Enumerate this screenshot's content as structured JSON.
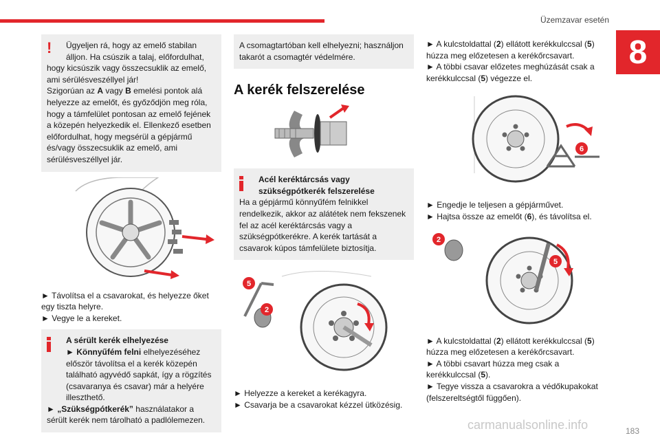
{
  "header": {
    "section_title": "Üzemzavar esetén",
    "chapter_number": "8"
  },
  "col1": {
    "warning": {
      "first_line_a": "Ügyeljen rá, hogy az emelő stabilan",
      "first_line_b": "álljon. Ha csúszik a talaj, előfordulhat,",
      "rest_a": "hogy kicsúszik vagy összecsuklik az emelő, ami sérülésveszéllyel jár!",
      "rest_b_pre": "Szigorúan az ",
      "rest_b_A": "A",
      "rest_b_mid": " vagy ",
      "rest_b_B": "B",
      "rest_b_post": " emelési pontok alá helyezze az emelőt, és győződjön meg róla, hogy a támfelület pontosan az emelő fejének a közepén helyezkedik el. Ellenkező esetben előfordulhat, hogy megsérül a gépjármű és/vagy összecsuklik az emelő, ami sérülésveszéllyel jár."
    },
    "steps": [
      "► Távolítsa el a csavarokat, és helyezze őket egy tiszta helyre.",
      "► Vegye le a kereket."
    ],
    "info": {
      "title": "A sérült kerék elhelyezése",
      "line1_pre": "► ",
      "line1_bold": "Könnyűfém felni",
      "line1_post": " elhelyezéséhez először távolítsa el a kerék közepén található agyvédő sapkát, így a rögzítés (csavaranya és csavar) már a helyére illeszthető.",
      "line2_pre": "► ",
      "line2_bold": "„Szükségpótkerék”",
      "line2_post": " használatakor a sérült kerék nem tárolható a padlólemezen."
    }
  },
  "col2": {
    "top_box": "A csomagtartóban kell elhelyezni; használjon takarót a csomagtér védelmére.",
    "heading": "A kerék felszerelése",
    "info": {
      "title_a": "Acél keréktárcsás vagy",
      "title_b": "szükségpótkerék felszerelése",
      "body": "Ha a gépjármű könnyűfém felnikkel rendelkezik, akkor az alátétek nem fekszenek fel az acél keréktárcsás vagy a szükségpótkerékre. A kerék tartását a csavarok kúpos támfelülete biztosítja."
    },
    "badges": [
      "5",
      "2"
    ],
    "steps": [
      "► Helyezze a kereket a kerékagyra.",
      "► Csavarja be a csavarokat kézzel ütközésig."
    ]
  },
  "col3": {
    "steps_top_1_pre": "► A kulcstoldattal (",
    "steps_top_1_n1": "2",
    "steps_top_1_mid": ") ellátott kerékkulccsal (",
    "steps_top_1_n2": "5",
    "steps_top_1_post": ") húzza meg előzetesen a kerékőrcsavart.",
    "steps_top_2_pre": "► A többi csavar előzetes meghúzását csak a kerékkulccsal (",
    "steps_top_2_n": "5",
    "steps_top_2_post": ") végezze el.",
    "badge_6": "6",
    "steps_mid_1": "► Engedje le teljesen a gépjárművet.",
    "steps_mid_2_pre": "► Hajtsa össze az emelőt (",
    "steps_mid_2_n": "6",
    "steps_mid_2_post": "), és távolítsa el.",
    "badges_b": [
      "2",
      "5"
    ],
    "steps_bot_1_pre": "► A kulcstoldattal (",
    "steps_bot_1_n1": "2",
    "steps_bot_1_mid": ") ellátott kerékkulccsal (",
    "steps_bot_1_n2": "5",
    "steps_bot_1_post": ") húzza meg előzetesen a kerékőrcsavart.",
    "steps_bot_2_pre": "► A többi csavart húzza meg csak a kerékkulccsal (",
    "steps_bot_2_n": "5",
    "steps_bot_2_post": ").",
    "steps_bot_3": "► Tegye vissza a csavarokra a védőkupakokat (felszereltségtől függően)."
  },
  "footer": {
    "page_number": "183",
    "watermark": "carmanualsonline.info"
  },
  "colors": {
    "accent": "#e2262b",
    "box_bg": "#eeeeee"
  }
}
